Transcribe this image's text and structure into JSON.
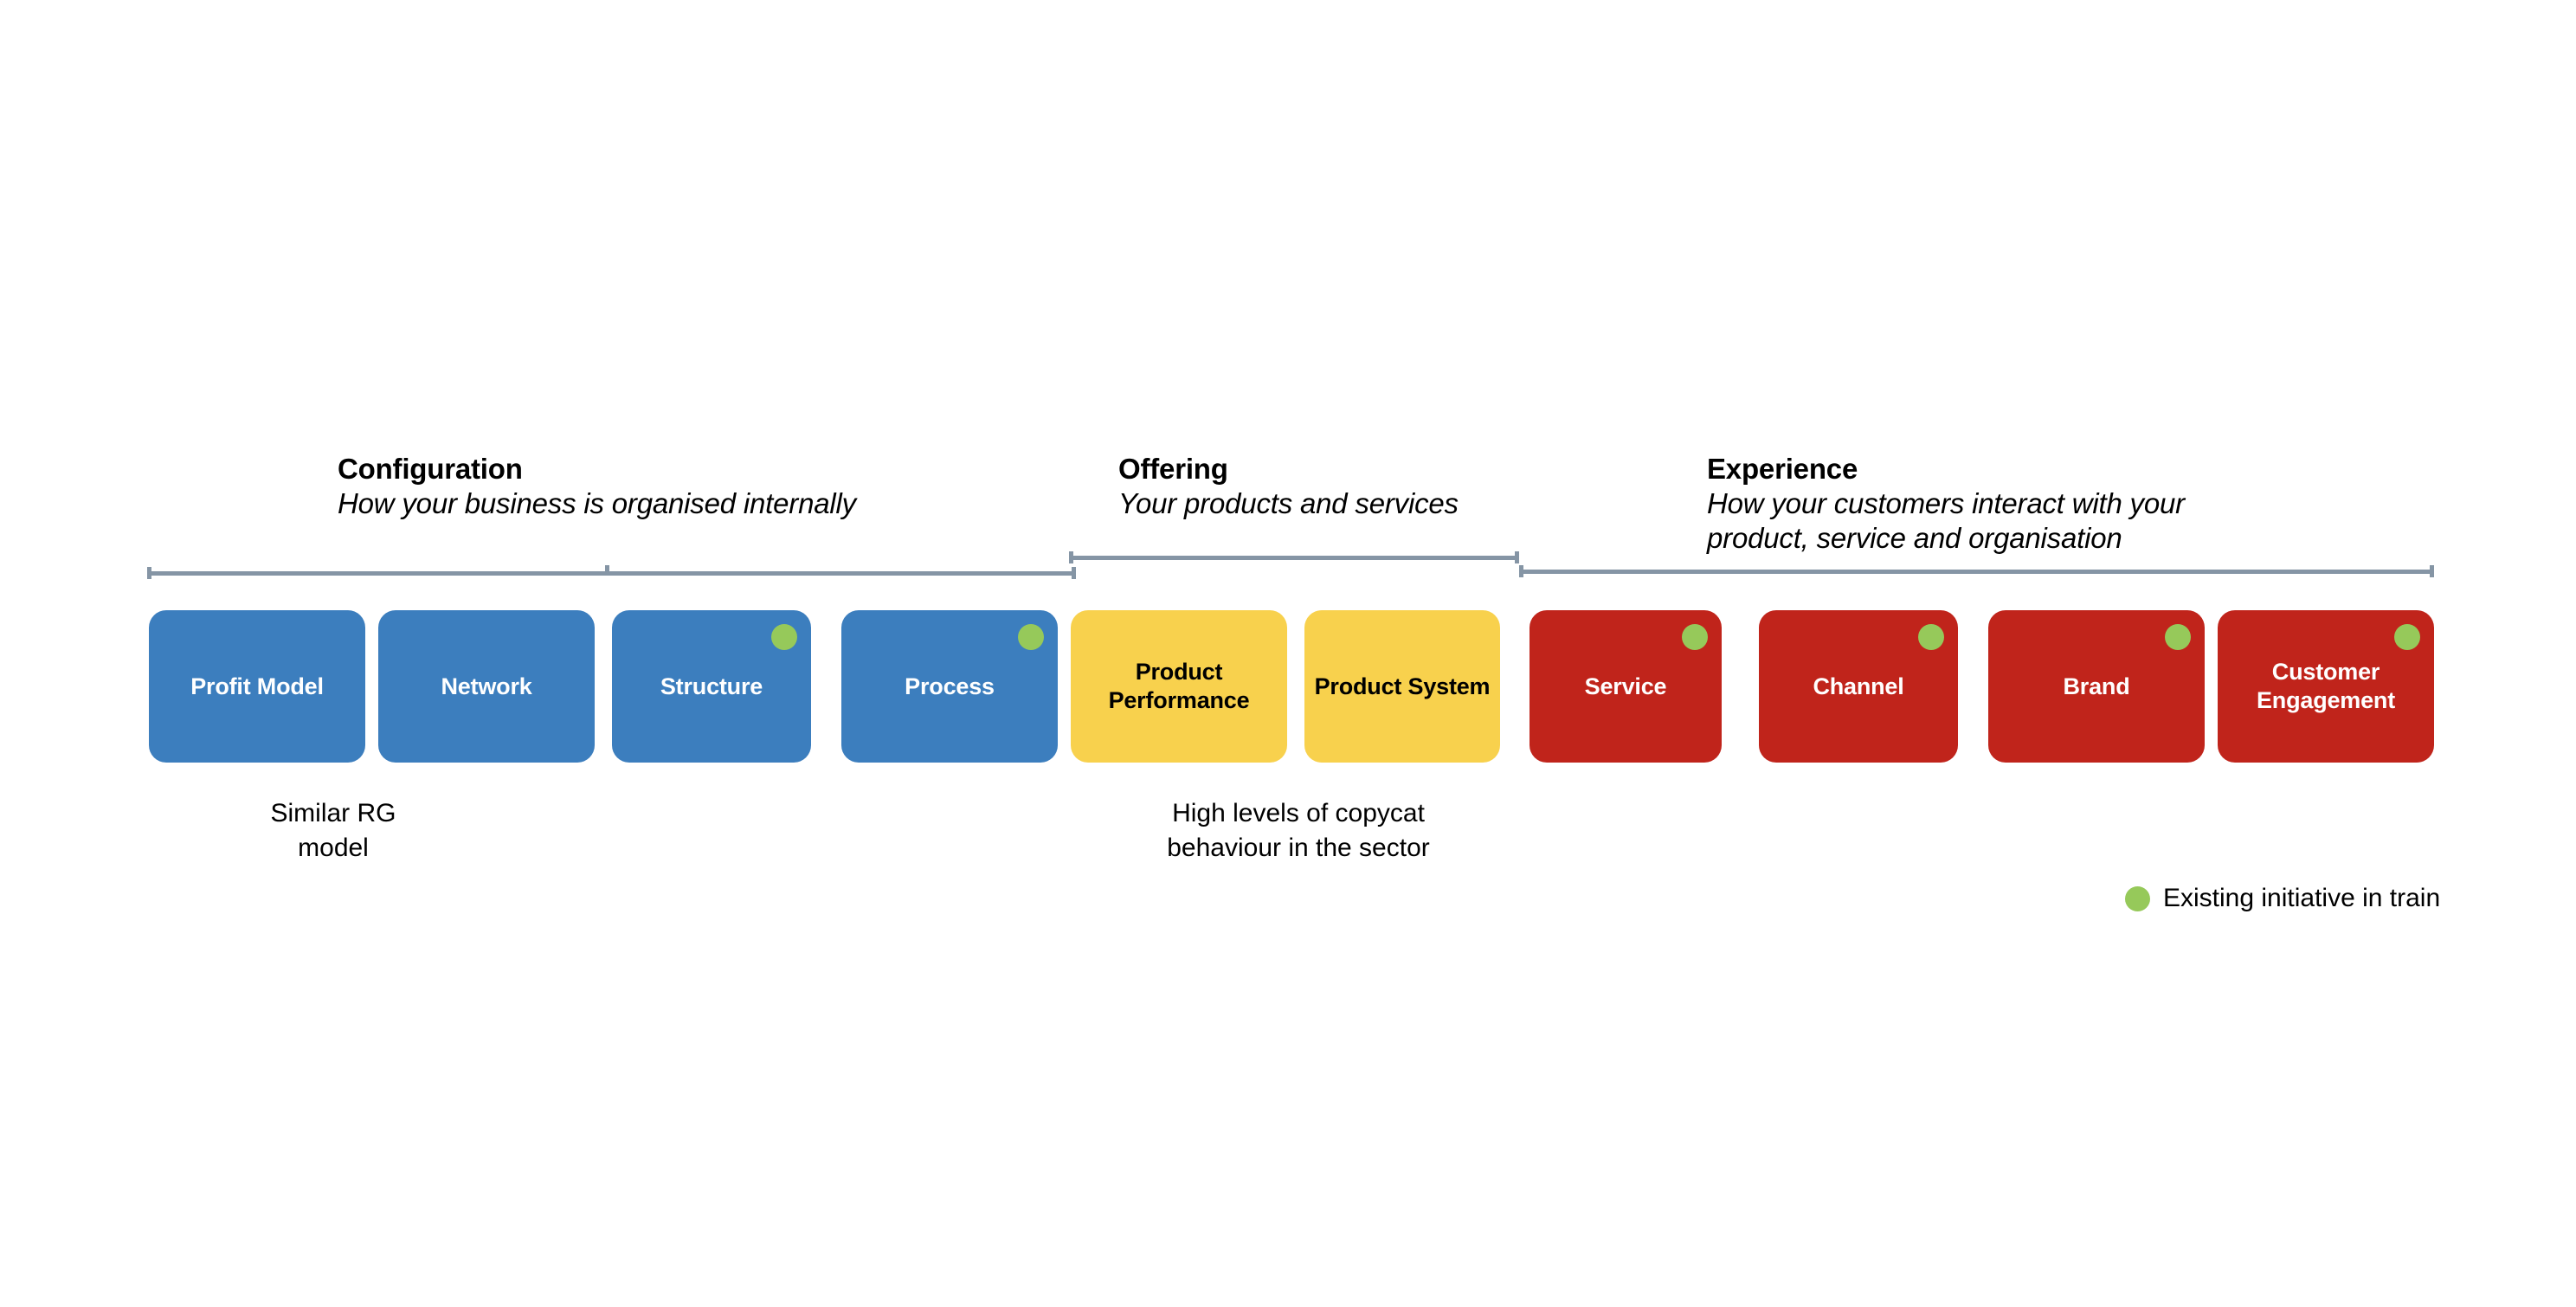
{
  "groups": [
    {
      "id": "configuration",
      "title": "Configuration",
      "subtitle": "How your business is organised internally"
    },
    {
      "id": "offering",
      "title": "Offering",
      "subtitle": "Your products and services"
    },
    {
      "id": "experience",
      "title": "Experience",
      "subtitle": "How your customers interact with your\nproduct, service and organisation"
    }
  ],
  "boxes": [
    {
      "label": "Profit Model",
      "color_name": "blue",
      "color": "#3c7ebe",
      "marker": false
    },
    {
      "label": "Network",
      "color_name": "blue",
      "color": "#3c7ebe",
      "marker": false
    },
    {
      "label": "Structure",
      "color_name": "blue",
      "color": "#3c7ebe",
      "marker": true
    },
    {
      "label": "Process",
      "color_name": "blue",
      "color": "#3c7ebe",
      "marker": true
    },
    {
      "label": "Product\nPerformance",
      "color_name": "yellow",
      "color": "#f8d14d",
      "marker": false
    },
    {
      "label": "Product\nSystem",
      "color_name": "yellow",
      "color": "#f8d14d",
      "marker": false
    },
    {
      "label": "Service",
      "color_name": "red",
      "color": "#c0241b",
      "marker": true
    },
    {
      "label": "Channel",
      "color_name": "red",
      "color": "#c0241b",
      "marker": true
    },
    {
      "label": "Brand",
      "color_name": "red",
      "color": "#c0241b",
      "marker": true
    },
    {
      "label": "Customer\nEngagement",
      "color_name": "red",
      "color": "#c0241b",
      "marker": true
    }
  ],
  "annotations": {
    "configuration": "Similar RG\nmodel",
    "offering": "High levels of copycat\nbehaviour in the sector"
  },
  "legend": {
    "label": "Existing initiative in train",
    "dot_color": "#96c95a"
  },
  "colors": {
    "blue": "#3c7ebe",
    "yellow": "#f8d14d",
    "red": "#c0241b",
    "green_marker": "#96c95a",
    "bracket": "#8595a5",
    "background": "#ffffff"
  }
}
